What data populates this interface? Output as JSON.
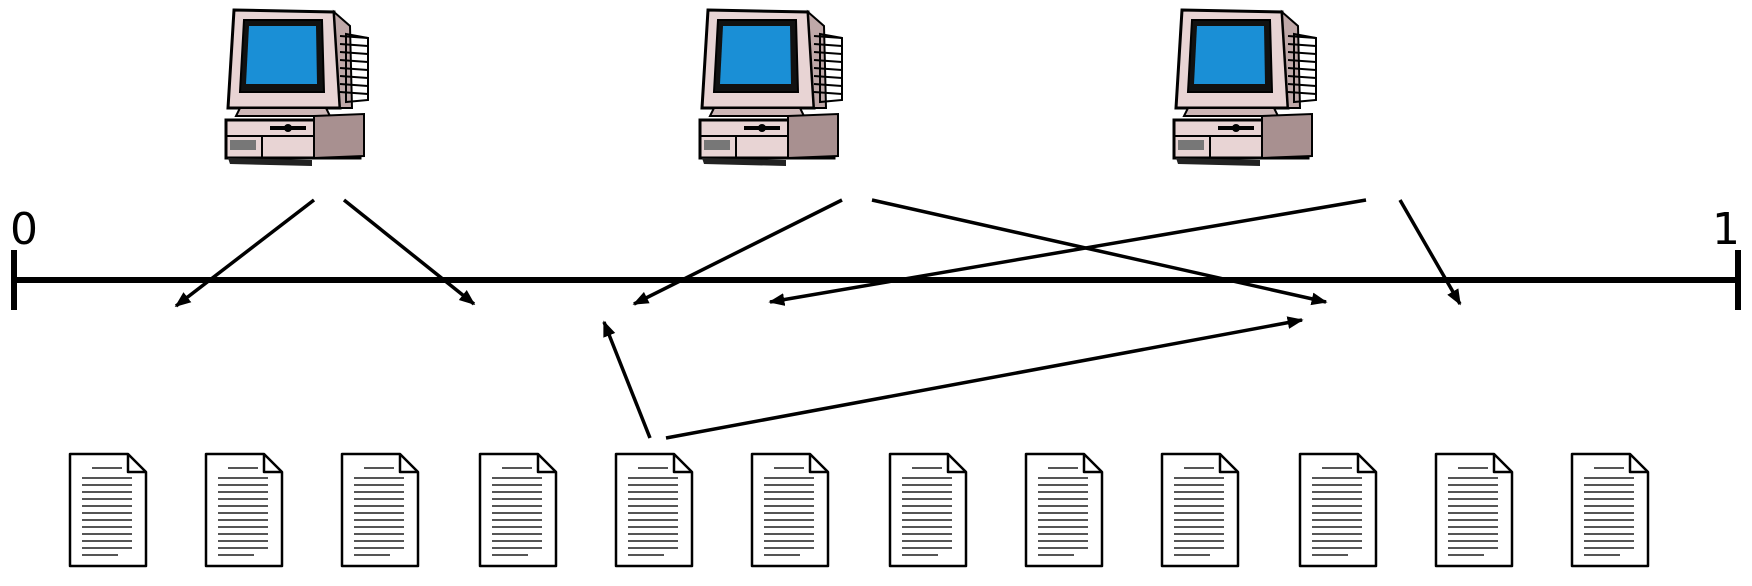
{
  "axis": {
    "start_label": "0",
    "end_label": "1"
  },
  "icons": {
    "computer": "desktop-computer-icon",
    "document": "text-document-icon"
  },
  "colors": {
    "line": "#000000",
    "screen": "#1a8fd6",
    "case": "#e8d6d6",
    "paper": "#ffffff"
  },
  "counts": {
    "computers": 3,
    "documents": 12
  }
}
